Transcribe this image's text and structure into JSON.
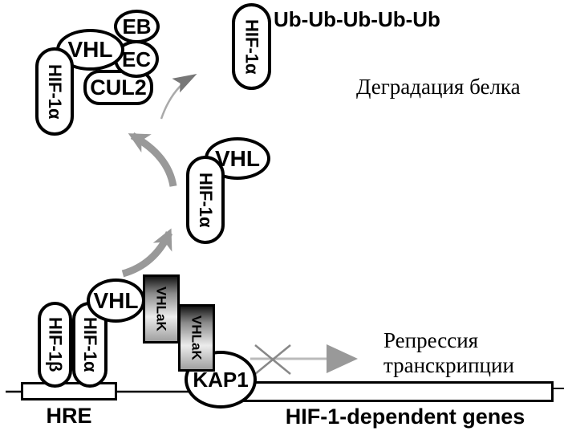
{
  "nodes": {
    "top_complex": {
      "hif1a": "HIF-1α",
      "vhl": "VHL",
      "eb": "EB",
      "ec": "EC",
      "cul2": "CUL2"
    },
    "ub_pill": {
      "hif1a": "HIF-1α",
      "chain": "Ub-Ub-Ub-Ub-Ub"
    },
    "mid_complex": {
      "vhl": "VHL",
      "hif1a": "HIF-1α"
    },
    "dna_complex": {
      "hif1b": "HIF-1β",
      "hif1a": "HIF-1α",
      "vhl": "VHL",
      "vhlak_top": "VHLaK",
      "vhlak_bottom": "VHLaK",
      "kap1": "KAP1"
    },
    "hre_label": "HRE",
    "genes_label": "HIF-1-dependent genes"
  },
  "annotations": {
    "degradation": "Деградация белка",
    "repression_line1": "Репрессия",
    "repression_line2": "транскрипции"
  },
  "colors": {
    "ink": "#000000",
    "arrow_thick": "#999999",
    "arrow_thin_line": "#aaaaaa",
    "arrow_thin_head": "#777777",
    "blocked_line": "#bbbbbb",
    "cross": "#888888"
  }
}
